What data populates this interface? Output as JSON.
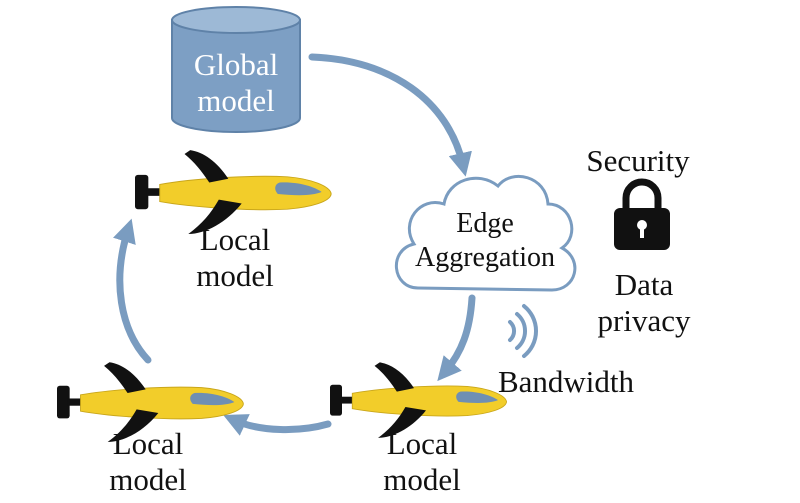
{
  "global_model": {
    "label_line1": "Global",
    "label_line2": "model"
  },
  "edge_aggregation": {
    "label_line1": "Edge",
    "label_line2": "Aggregation"
  },
  "security": {
    "label": "Security",
    "icon": "padlock-icon"
  },
  "data_privacy": {
    "label_line1": "Data",
    "label_line2": "privacy"
  },
  "bandwidth": {
    "label": "Bandwidth",
    "icon": "wireless-signal-icon"
  },
  "drones": [
    {
      "label_line1": "Local",
      "label_line2": "model"
    },
    {
      "label_line1": "Local",
      "label_line2": "model"
    },
    {
      "label_line1": "Local",
      "label_line2": "model"
    }
  ],
  "colors": {
    "arrow": "#7a9cc0",
    "database": "#7d9fc4",
    "drone_body": "#f2cd2a",
    "drone_dark": "#111111",
    "drone_window": "#6f8fb3",
    "cloud_outline": "#7a9cc0"
  }
}
